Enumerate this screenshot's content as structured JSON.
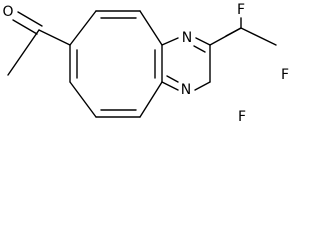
{
  "molecule": {
    "atoms": [
      {
        "id": "O1",
        "label": "O"
      },
      {
        "id": "N1",
        "label": "N"
      },
      {
        "id": "N2",
        "label": "N"
      },
      {
        "id": "F1",
        "label": "F"
      },
      {
        "id": "F2",
        "label": "F"
      },
      {
        "id": "F3",
        "label": "F"
      }
    ]
  },
  "colors": {
    "ink": "#000000",
    "background": "#ffffff"
  }
}
